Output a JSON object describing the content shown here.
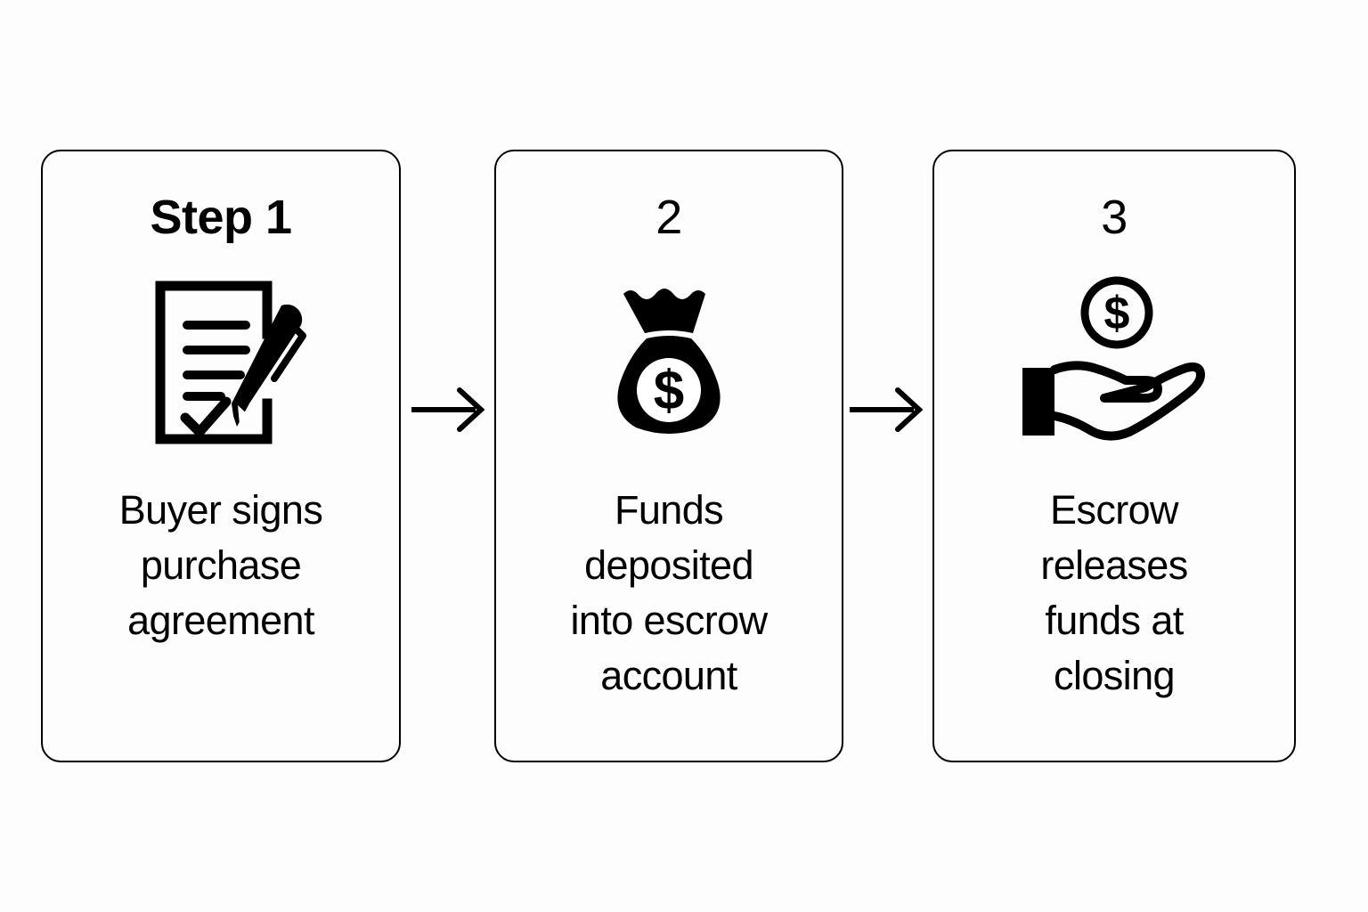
{
  "diagram": {
    "title": "Escrow process three step flow",
    "background_color": "#fdfdfd",
    "stroke_color": "#000000"
  },
  "steps": [
    {
      "number_label": "Step 1",
      "icon": "signed-document-pen-icon",
      "caption": "Buyer signs\npurchase\nagreement"
    },
    {
      "number_label": "2",
      "icon": "money-bag-dollar-icon",
      "caption": "Funds\ndeposited\ninto escrow\naccount"
    },
    {
      "number_label": "3",
      "icon": "hand-holding-coin-icon",
      "caption": "Escrow\nreleases\nfunds at\nclosing"
    }
  ],
  "connectors": [
    {
      "label": "arrow-step-1-to-2",
      "direction": "right"
    },
    {
      "label": "arrow-step-2-to-3",
      "direction": "right"
    }
  ]
}
